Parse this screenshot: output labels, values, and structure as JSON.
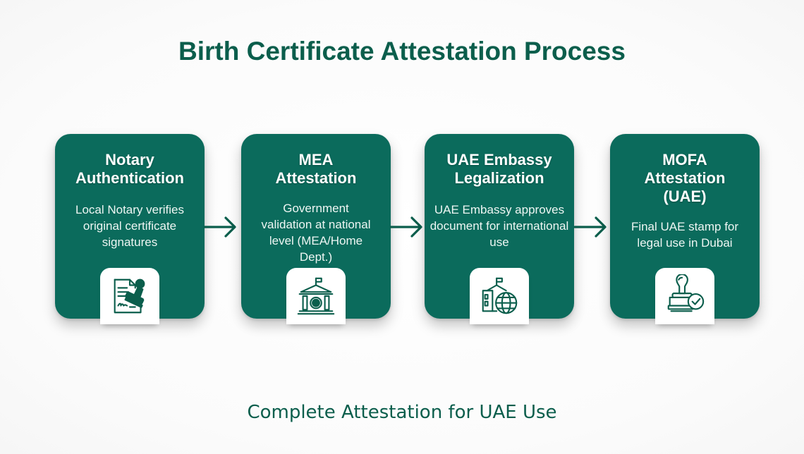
{
  "title": "Birth Certificate Attestation Process",
  "steps": [
    {
      "title_line1": "Notary",
      "title_line2": "Authentication",
      "title_line3": "",
      "description": "Local Notary verifies original certificate signatures",
      "icon": "document-stamp-icon"
    },
    {
      "title_line1": "MEA",
      "title_line2": "Attestation",
      "title_line3": "",
      "description": "Government validation at national level (MEA/Home Dept.)",
      "icon": "government-building-icon"
    },
    {
      "title_line1": "UAE Embassy",
      "title_line2": "Legalization",
      "title_line3": "",
      "description": "UAE Embassy approves document for international use",
      "icon": "embassy-globe-icon"
    },
    {
      "title_line1": "MOFA",
      "title_line2": "Attestation",
      "title_line3": "(UAE)",
      "description": "Final UAE stamp for legal use in Dubai",
      "icon": "stamp-check-icon"
    }
  ],
  "footer": "Complete Attestation for UAE Use",
  "colors": {
    "primary": "#0b6b5c",
    "title": "#0b5e4c",
    "icon_bg": "#ffffff"
  }
}
